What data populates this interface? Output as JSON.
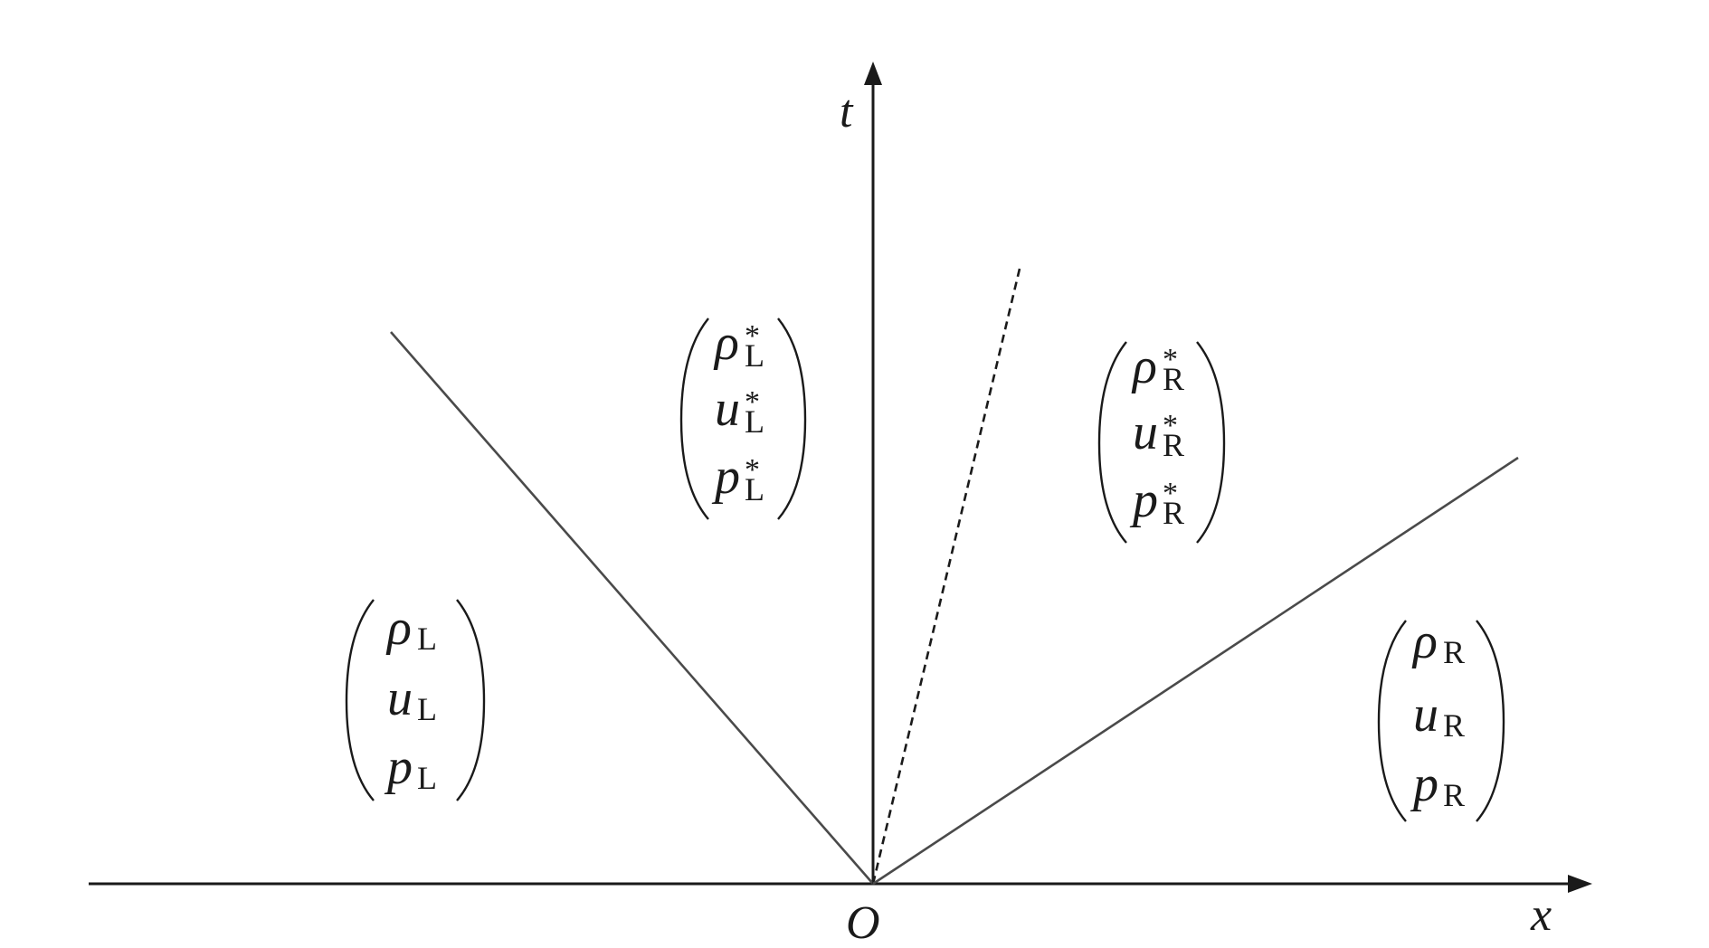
{
  "axes": {
    "x_label": "x",
    "t_label": "t",
    "origin_label": "O"
  },
  "states": {
    "left": {
      "rows": [
        {
          "sym": "ρ",
          "sub": "L",
          "sup": ""
        },
        {
          "sym": "u",
          "sub": "L",
          "sup": ""
        },
        {
          "sym": "p",
          "sub": "L",
          "sup": ""
        }
      ]
    },
    "left_star": {
      "rows": [
        {
          "sym": "ρ",
          "sub": "L",
          "sup": "*"
        },
        {
          "sym": "u",
          "sub": "L",
          "sup": "*"
        },
        {
          "sym": "p",
          "sub": "L",
          "sup": "*"
        }
      ]
    },
    "right_star": {
      "rows": [
        {
          "sym": "ρ",
          "sub": "R",
          "sup": "*"
        },
        {
          "sym": "u",
          "sub": "R",
          "sup": "*"
        },
        {
          "sym": "p",
          "sub": "R",
          "sup": "*"
        }
      ]
    },
    "right": {
      "rows": [
        {
          "sym": "ρ",
          "sub": "R",
          "sup": ""
        },
        {
          "sym": "u",
          "sub": "R",
          "sup": ""
        },
        {
          "sym": "p",
          "sub": "R",
          "sup": ""
        }
      ]
    }
  }
}
